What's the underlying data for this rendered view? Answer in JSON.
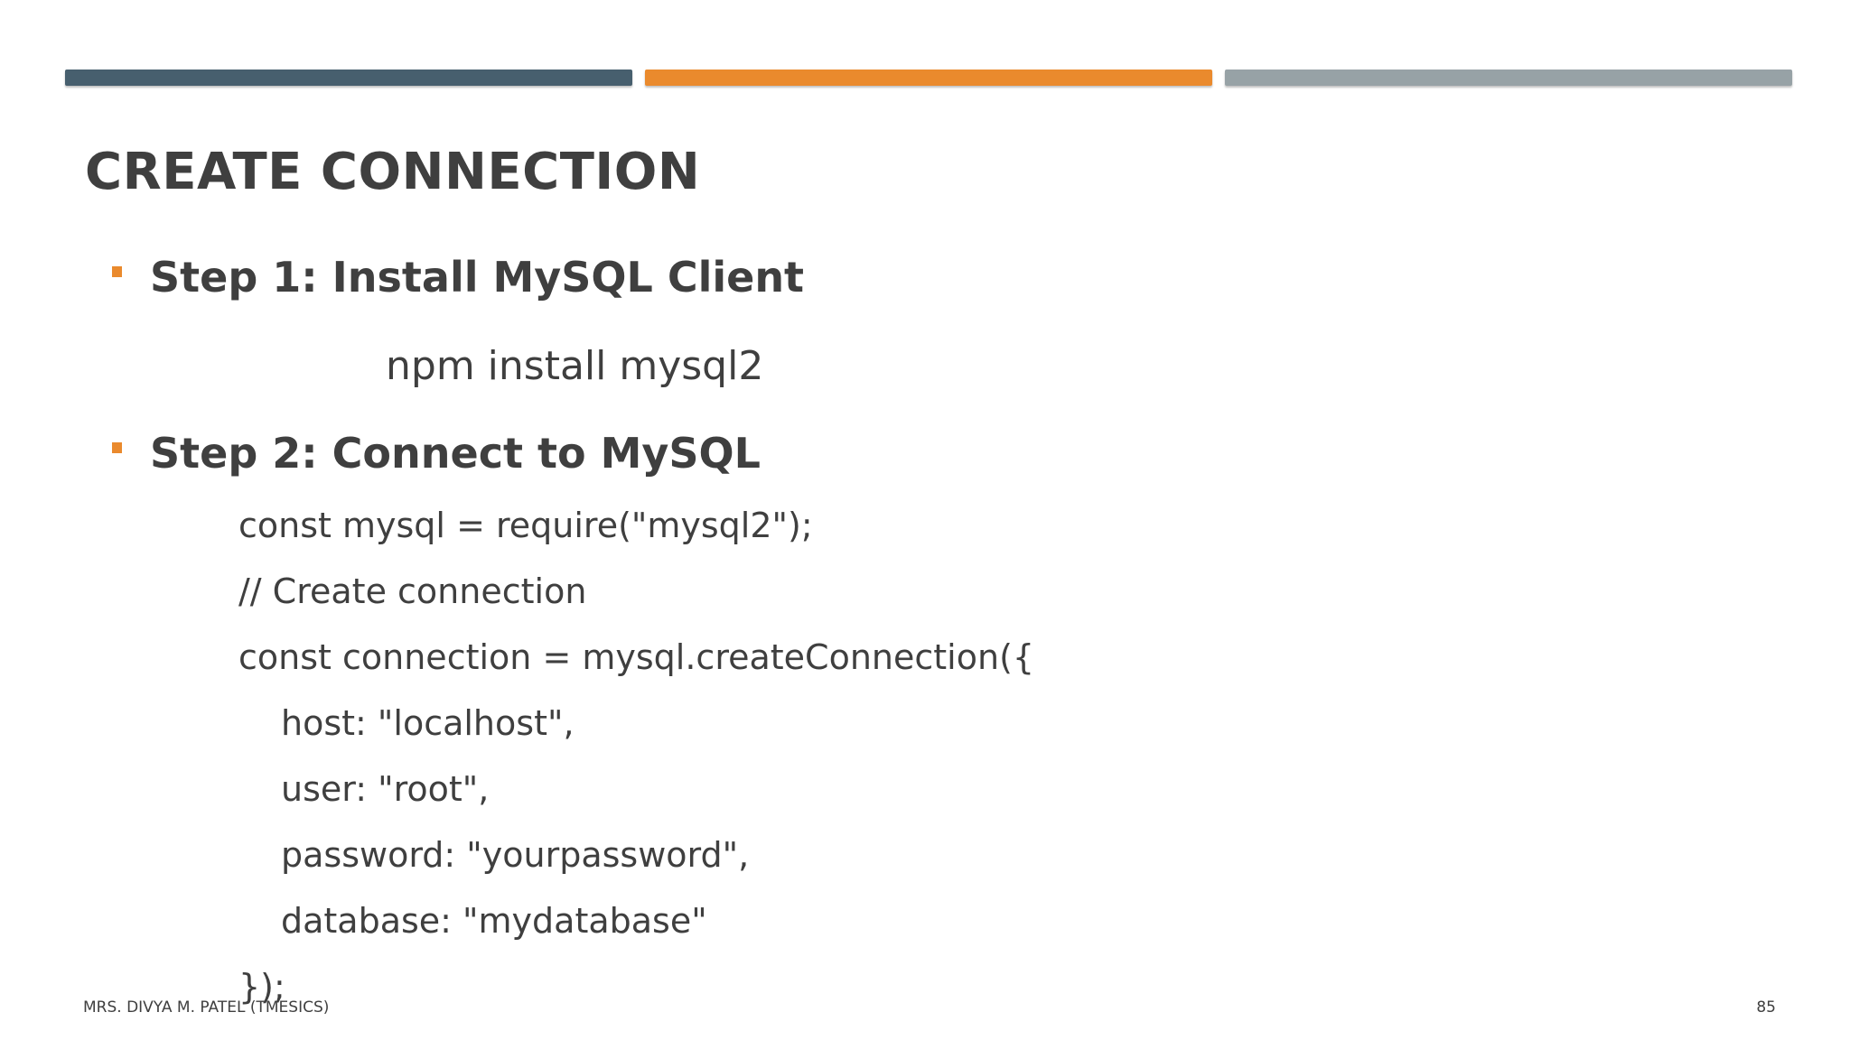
{
  "colors": {
    "bar_slate": "#475f6e",
    "bar_orange": "#ea8a2d",
    "bar_gray": "#97a2a6",
    "bullet": "#ea8a2d",
    "text": "#3f3f3f"
  },
  "slide": {
    "title": "CREATE CONNECTION",
    "steps": [
      {
        "heading": "Step 1: Install MySQL Client",
        "command": "npm install mysql2"
      },
      {
        "heading": "Step 2: Connect to MySQL",
        "code_lines": [
          "const mysql = require(\"mysql2\");",
          "// Create connection",
          "const connection = mysql.createConnection({",
          "host: \"localhost\",",
          "user: \"root\",",
          "password: \"yourpassword\",",
          "database: \"mydatabase\"",
          "});"
        ]
      }
    ]
  },
  "footer": {
    "author": "MRS. DIVYA M. PATEL (TMESICS)",
    "page_number": "85"
  }
}
